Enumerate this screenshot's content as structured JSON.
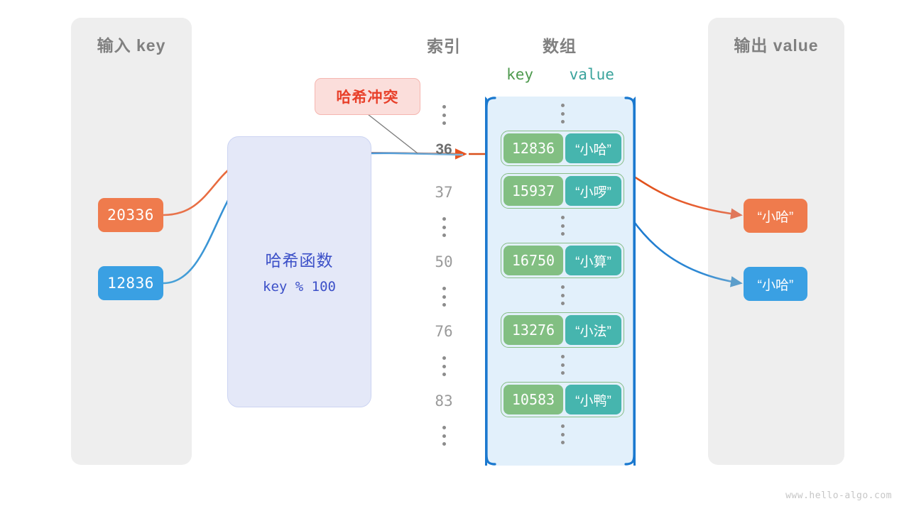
{
  "panels": {
    "input": {
      "title": "输入 key"
    },
    "output": {
      "title": "输出 value"
    }
  },
  "input_keys": [
    {
      "value": "20336",
      "color": "#ef7b4d"
    },
    {
      "value": "12836",
      "color": "#3aa0e3"
    }
  ],
  "output_values": [
    {
      "value": "“小哈”",
      "color": "#ef7b4d"
    },
    {
      "value": "“小哈”",
      "color": "#3aa0e3"
    }
  ],
  "hash_function": {
    "title": "哈希函数",
    "expression": "key % 100",
    "fill": "#e4e8f8",
    "text_color": "#3c50c8"
  },
  "collision_tag": {
    "label": "哈希冲突",
    "fill": "#fbdedb",
    "text_color": "#e8402a"
  },
  "headers": {
    "index": "索引",
    "array": "数组",
    "key": "key",
    "value": "value",
    "key_color": "#4e9a4e",
    "value_color": "#3aa39c"
  },
  "rows": [
    {
      "type": "dots"
    },
    {
      "type": "entry",
      "index": "36",
      "highlight": true,
      "key": "12836",
      "value": "“小哈”"
    },
    {
      "type": "entry",
      "index": "37",
      "highlight": false,
      "key": "15937",
      "value": "“小啰”"
    },
    {
      "type": "dots"
    },
    {
      "type": "entry",
      "index": "50",
      "highlight": false,
      "key": "16750",
      "value": "“小算”"
    },
    {
      "type": "dots"
    },
    {
      "type": "entry",
      "index": "76",
      "highlight": false,
      "key": "13276",
      "value": "“小法”"
    },
    {
      "type": "dots"
    },
    {
      "type": "entry",
      "index": "83",
      "highlight": false,
      "key": "10583",
      "value": "“小鸭”"
    },
    {
      "type": "dots"
    }
  ],
  "colors": {
    "panel_bg": "#eeeeee",
    "array_bg": "#e2f0fb",
    "array_border": "#1b79cf",
    "cell_key": "#82bf82",
    "cell_val": "#46b5ae",
    "cell_outline": "#87bd87",
    "orange": "#e8521e",
    "blue": "#1b79cf"
  },
  "watermark": "www.hello-algo.com"
}
